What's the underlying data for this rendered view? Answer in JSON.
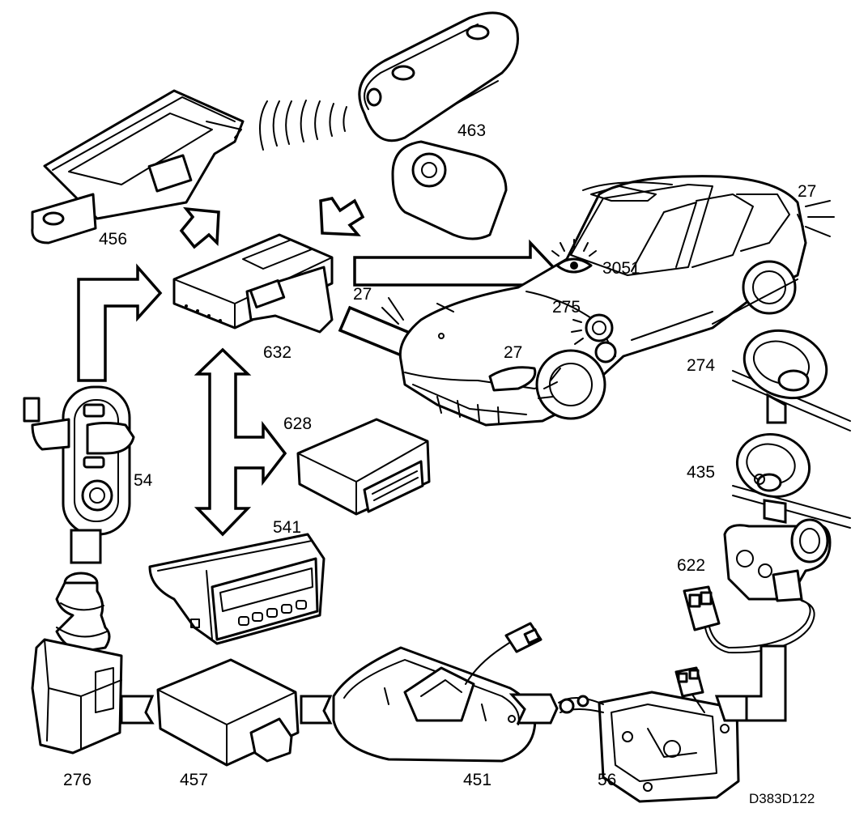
{
  "diagram": {
    "drawing_code": "D383D122",
    "components": [
      {
        "id": "c456",
        "label": "456",
        "icon": "control-module-with-bracket"
      },
      {
        "id": "c463",
        "label": "463",
        "icon": "remote-key-fob"
      },
      {
        "id": "c632",
        "label": "632",
        "icon": "central-control-unit"
      },
      {
        "id": "c628",
        "label": "628",
        "icon": "electronic-module"
      },
      {
        "id": "c541",
        "label": "541",
        "icon": "instrument-display-panel"
      },
      {
        "id": "c54",
        "label": "54",
        "icon": "ignition-lock-switch"
      },
      {
        "id": "c276",
        "label": "276",
        "icon": "gear-lever-lock"
      },
      {
        "id": "c457",
        "label": "457",
        "icon": "control-box"
      },
      {
        "id": "c451",
        "label": "451",
        "icon": "interior-light-housing"
      },
      {
        "id": "c56",
        "label": "56",
        "icon": "bonnet-lock-latch"
      },
      {
        "id": "c622",
        "label": "622",
        "icon": "lock-motor-with-connector"
      },
      {
        "id": "c435",
        "label": "435",
        "icon": "lock-cylinder"
      },
      {
        "id": "c274",
        "label": "274",
        "icon": "door-lock-cylinder"
      },
      {
        "id": "c3051",
        "label": "3051",
        "icon": "alarm-led-indicator"
      },
      {
        "id": "c275",
        "label": "275",
        "icon": "horn-siren"
      },
      {
        "id": "c27a",
        "label": "27",
        "icon": "indicator-light"
      },
      {
        "id": "c27b",
        "label": "27",
        "icon": "indicator-light"
      },
      {
        "id": "c27c",
        "label": "27",
        "icon": "indicator-light"
      }
    ]
  }
}
